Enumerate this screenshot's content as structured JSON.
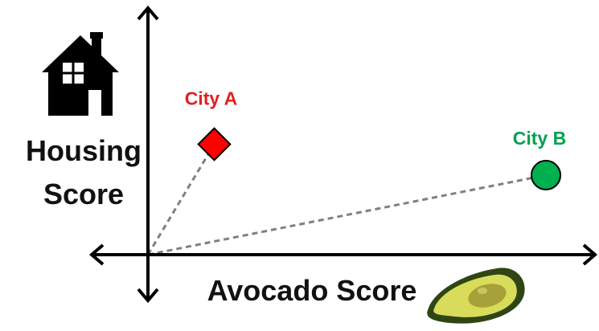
{
  "diagram": {
    "x_axis_label": "Avocado Score",
    "y_axis_label_line1": "Housing",
    "y_axis_label_line2": "Score",
    "icons": {
      "y_axis": "house-icon",
      "x_axis": "avocado-icon"
    },
    "colors": {
      "axis": "#000000",
      "dashed_line": "#808080",
      "city_a": "#ff0000",
      "city_b": "#00b050",
      "city_a_label": "#e02020",
      "city_b_label": "#00a050",
      "avocado_skin": "#3f5a1a",
      "avocado_flesh": "#d8dc5a",
      "avocado_pit": "#a7a13a"
    }
  },
  "chart_data": {
    "type": "scatter",
    "points": [
      {
        "name": "City A",
        "shape": "diamond",
        "x": 1.5,
        "y": 2.5
      },
      {
        "name": "City B",
        "shape": "circle",
        "x": 9.0,
        "y": 1.8
      }
    ],
    "origin": [
      0,
      0
    ],
    "connector": "dashed line from origin to each point"
  }
}
